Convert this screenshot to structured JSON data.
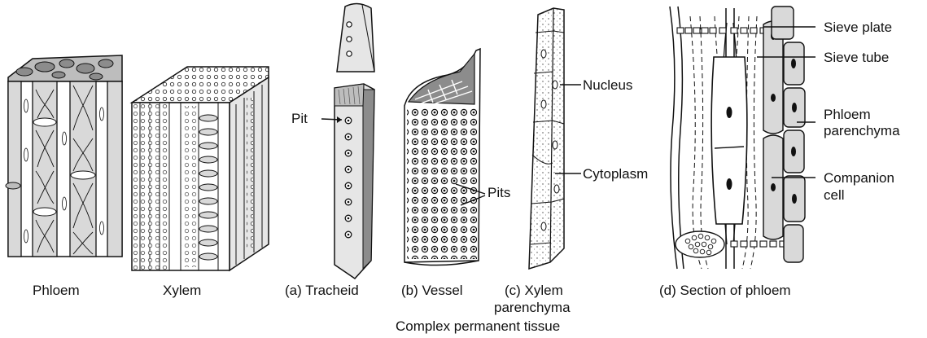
{
  "captions": {
    "phloem": "Phloem",
    "xylem": "Xylem",
    "tracheid": "(a) Tracheid",
    "vessel": "(b) Vessel",
    "xylem_parenchyma_line1": "(c) Xylem",
    "xylem_parenchyma_line2": "parenchyma",
    "section_of_phloem": "(d) Section of phloem",
    "figure_title": "Complex permanent tissue"
  },
  "labels": {
    "pit": "Pit",
    "pits": "Pits",
    "nucleus": "Nucleus",
    "cytoplasm": "Cytoplasm",
    "sieve_plate": "Sieve plate",
    "sieve_tube": "Sieve tube",
    "phloem_parenchyma_line1": "Phloem",
    "phloem_parenchyma_line2": "parenchyma",
    "companion_cell_line1": "Companion",
    "companion_cell_line2": "cell"
  },
  "colors": {
    "ink": "#111111",
    "cell_fill": "#d9d9d9",
    "dark_fill": "#8c8c8c",
    "mid_fill": "#bdbdbd"
  }
}
